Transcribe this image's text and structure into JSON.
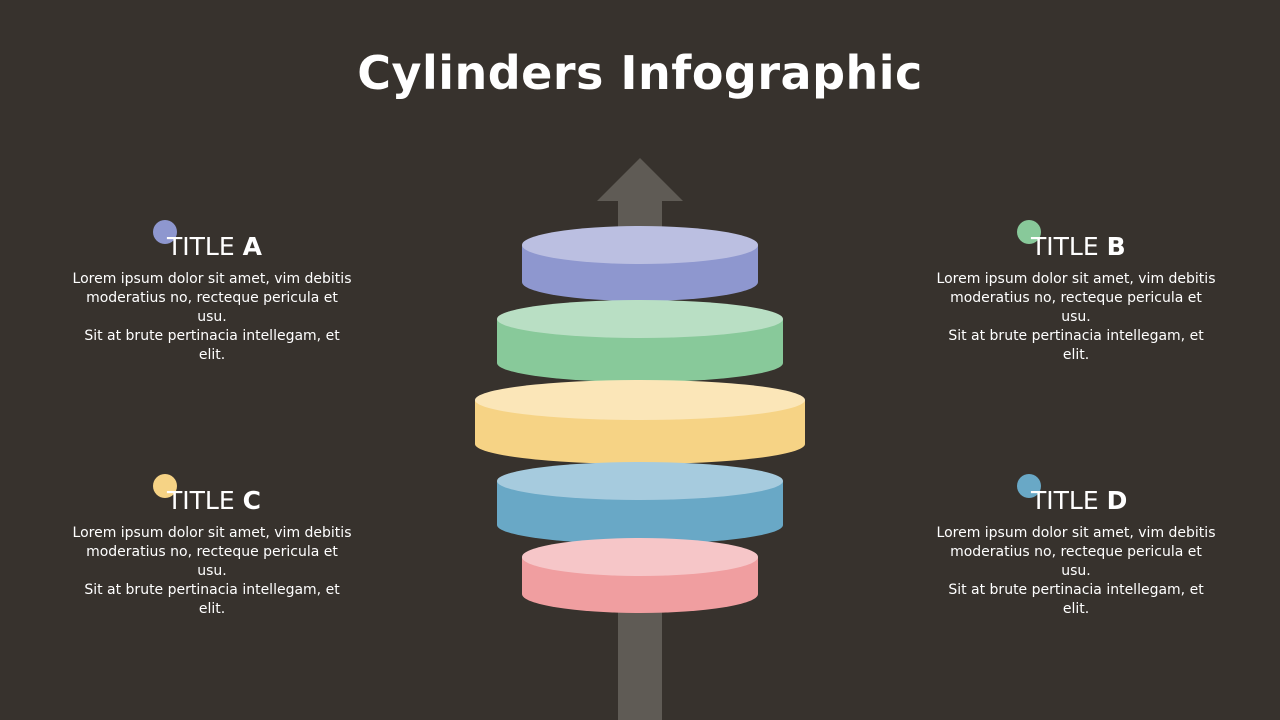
{
  "title": "Cylinders Infographic",
  "colors": {
    "background": "#37322d",
    "arrow": "#5f5b55",
    "layers": [
      {
        "top": "#bbbfe1",
        "side": "#8e97cf"
      },
      {
        "top": "#b9dfc4",
        "side": "#88c99a"
      },
      {
        "top": "#fbe6b8",
        "side": "#f6d385"
      },
      {
        "top": "#a6cbde",
        "side": "#69a8c6"
      },
      {
        "top": "#f6c6c8",
        "side": "#f09ea0"
      }
    ]
  },
  "items": [
    {
      "key": "a",
      "prefix": "TITLE ",
      "letter": "A",
      "color": "#8e97cf",
      "body_lines": [
        "Lorem ipsum dolor sit amet, vim debitis",
        "moderatius no, recteque pericula et usu.",
        "Sit at brute pertinacia intellegam, et elit."
      ]
    },
    {
      "key": "b",
      "prefix": "TITLE ",
      "letter": "B",
      "color": "#88c99a",
      "body_lines": [
        "Lorem ipsum dolor sit amet, vim debitis",
        "moderatius no, recteque pericula et usu.",
        "Sit at brute pertinacia intellegam, et elit."
      ]
    },
    {
      "key": "c",
      "prefix": "TITLE ",
      "letter": "C",
      "color": "#f6d385",
      "body_lines": [
        "Lorem ipsum dolor sit amet, vim debitis",
        "moderatius no, recteque pericula et usu.",
        "Sit at brute pertinacia intellegam, et elit."
      ]
    },
    {
      "key": "d",
      "prefix": "TITLE ",
      "letter": "D",
      "color": "#69a8c6",
      "body_lines": [
        "Lorem ipsum dolor sit amet, vim debitis",
        "moderatius no, recteque pericula et usu.",
        "Sit at brute pertinacia intellegam, et elit."
      ]
    }
  ]
}
